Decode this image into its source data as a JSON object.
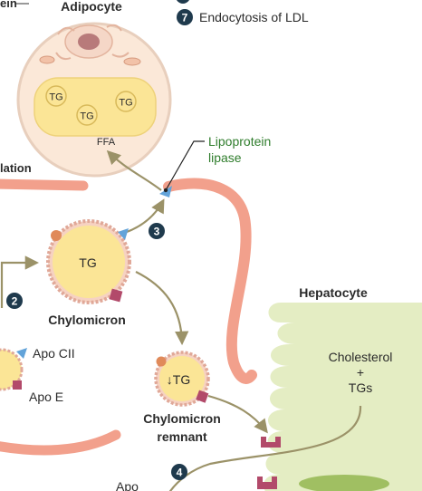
{
  "labels": {
    "adipocyte": "Adipocyte",
    "cut_top_left": "ein",
    "legend_item": "Endocytosis of LDL",
    "legend_number": "7",
    "tg": "TG",
    "ffa": "FFA",
    "lipoprotein_lipase_line1": "Lipoprotein",
    "lipoprotein_lipase_line2": "lipase",
    "circulation_partial": "lation",
    "step3": "3",
    "step2": "2",
    "step4": "4",
    "chylomicron": "Chylomicron",
    "hepatocyte": "Hepatocyte",
    "apo_cii": "Apo CII",
    "apo_e": "Apo E",
    "remnant_tg": "↓TG",
    "chylomicron_remnant_line1": "Chylomicron",
    "chylomicron_remnant_line2": "remnant",
    "cholesterol_line1": "Cholesterol",
    "cholesterol_line2": "+",
    "cholesterol_line3": "TGs",
    "apo_partial": "Apo"
  },
  "colors": {
    "vessel": "#f2a08c",
    "lipid_fill": "#fbe596",
    "cell_fill": "#fbe8d8",
    "hepatocyte_fill": "#e4edc3",
    "particle_shell": "#e0a898",
    "apo_cii": "#62a3d9",
    "apo_e": "#b24a6a",
    "apo_orange": "#e08a5a",
    "arrow": "#9b9268",
    "step_badge": "#1f3a4d",
    "lipase_green": "#2f7d2c"
  }
}
